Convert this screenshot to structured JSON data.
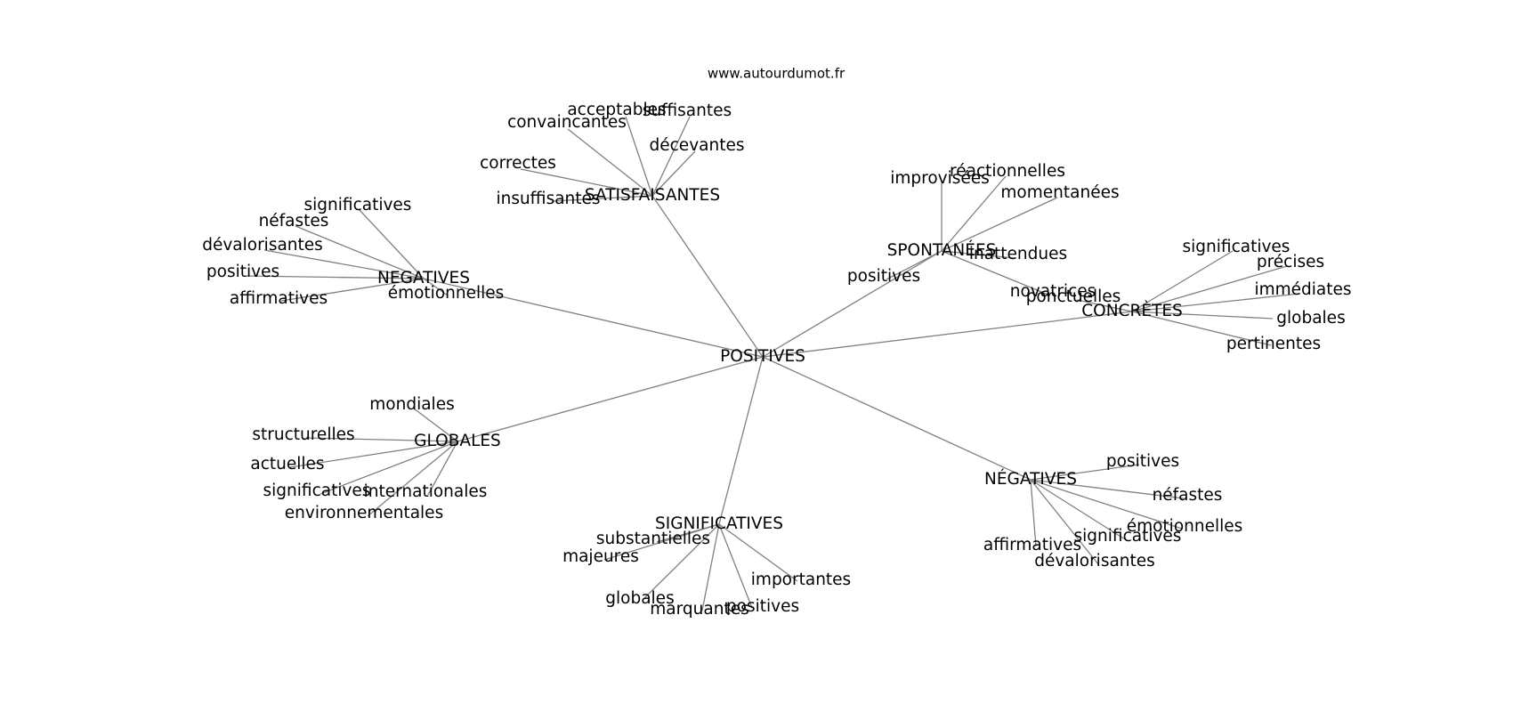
{
  "watermark": "www.autourdumot.fr",
  "graph": {
    "center": "POSITIVES",
    "branches": [
      {
        "id": "satisfaisantes",
        "label": "SATISFAISANTES",
        "leaves": [
          {
            "id": "acceptables",
            "label": "acceptables"
          },
          {
            "id": "suffisantes",
            "label": "suffisantes"
          },
          {
            "id": "convaincantes",
            "label": "convaincantes"
          },
          {
            "id": "decevantes",
            "label": "décevantes"
          },
          {
            "id": "correctes",
            "label": "correctes"
          },
          {
            "id": "insuffisantes",
            "label": "insuffisantes"
          }
        ]
      },
      {
        "id": "negatives-1",
        "label": "NEGATIVES",
        "leaves": [
          {
            "id": "significatives",
            "label": "significatives"
          },
          {
            "id": "nefastes",
            "label": "néfastes"
          },
          {
            "id": "devalorisantes",
            "label": "dévalorisantes"
          },
          {
            "id": "positives",
            "label": "positives"
          },
          {
            "id": "affirmatives",
            "label": "affirmatives"
          },
          {
            "id": "emotionnelles",
            "label": "émotionnelles"
          }
        ]
      },
      {
        "id": "spontanees",
        "label": "SPONTANÉES",
        "leaves": [
          {
            "id": "reactionnelles",
            "label": "réactionnelles"
          },
          {
            "id": "improvisees",
            "label": "improvisées"
          },
          {
            "id": "momentanees",
            "label": "momentanées"
          },
          {
            "id": "inattendues",
            "label": "inattendues"
          },
          {
            "id": "positives",
            "label": "positives"
          },
          {
            "id": "novatrices",
            "label": "novatrices"
          }
        ]
      },
      {
        "id": "concretes",
        "label": "CONCRÈTES",
        "leaves": [
          {
            "id": "significatives",
            "label": "significatives"
          },
          {
            "id": "precises",
            "label": "précises"
          },
          {
            "id": "immediates",
            "label": "immédiates"
          },
          {
            "id": "globales",
            "label": "globales"
          },
          {
            "id": "pertinentes",
            "label": "pertinentes"
          },
          {
            "id": "ponctuelles",
            "label": "ponctuelles"
          }
        ]
      },
      {
        "id": "globales",
        "label": "GLOBALES",
        "leaves": [
          {
            "id": "mondiales",
            "label": "mondiales"
          },
          {
            "id": "structurelles",
            "label": "structurelles"
          },
          {
            "id": "actuelles",
            "label": "actuelles"
          },
          {
            "id": "significatives",
            "label": "significatives"
          },
          {
            "id": "internationales",
            "label": "internationales"
          },
          {
            "id": "environnementales",
            "label": "environnementales"
          }
        ]
      },
      {
        "id": "significatives",
        "label": "SIGNIFICATIVES",
        "leaves": [
          {
            "id": "substantielles",
            "label": "substantielles"
          },
          {
            "id": "majeures",
            "label": "majeures"
          },
          {
            "id": "importantes",
            "label": "importantes"
          },
          {
            "id": "globales",
            "label": "globales"
          },
          {
            "id": "marquantes",
            "label": "marquantes"
          },
          {
            "id": "positives",
            "label": "positives"
          }
        ]
      },
      {
        "id": "negatives-2",
        "label": "NÉGATIVES",
        "leaves": [
          {
            "id": "positives",
            "label": "positives"
          },
          {
            "id": "nefastes",
            "label": "néfastes"
          },
          {
            "id": "emotionnelles",
            "label": "émotionnelles"
          },
          {
            "id": "significatives",
            "label": "significatives"
          },
          {
            "id": "affirmatives",
            "label": "affirmatives"
          },
          {
            "id": "devalorisantes",
            "label": "dévalorisantes"
          }
        ]
      }
    ]
  }
}
